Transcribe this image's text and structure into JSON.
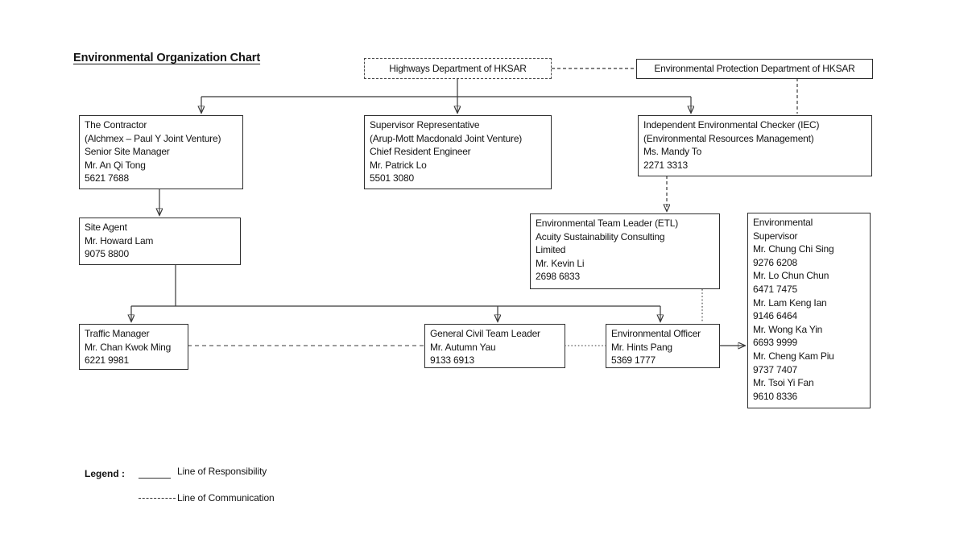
{
  "title": "Environmental Organization Chart",
  "boxes": {
    "highways": {
      "lines": [
        "Highways Department of HKSAR"
      ]
    },
    "epd": {
      "lines": [
        "Environmental Protection Department of HKSAR"
      ]
    },
    "contractor": {
      "lines": [
        "The Contractor",
        "(Alchmex – Paul Y Joint Venture)",
        "Senior Site Manager",
        "Mr. An Qi Tong",
        "5621 7688"
      ]
    },
    "supervisor_representative": {
      "lines": [
        "Supervisor Representative",
        "(Arup-Mott Macdonald Joint Venture)",
        "Chief Resident Engineer",
        "Mr. Patrick Lo",
        "5501 3080"
      ]
    },
    "iec": {
      "lines": [
        "Independent Environmental Checker (IEC)",
        "(Environmental Resources Management)",
        "Ms. Mandy To",
        "2271 3313"
      ]
    },
    "site_agent": {
      "lines": [
        "Site Agent",
        "Mr. Howard Lam",
        "9075 8800"
      ]
    },
    "etl": {
      "lines": [
        "Environmental Team Leader (ETL)",
        "Acuity Sustainability Consulting",
        "Limited",
        "Mr. Kevin Li",
        "2698 6833"
      ]
    },
    "environmental_supervisor": {
      "lines": [
        "Environmental",
        "Supervisor",
        "Mr. Chung Chi Sing",
        "9276 6208",
        "Mr. Lo Chun Chun",
        "6471 7475",
        "Mr. Lam Keng Ian",
        "9146 6464",
        "Mr. Wong Ka Yin",
        "6693 9999",
        "Mr. Cheng Kam Piu",
        "9737 7407",
        "Mr. Tsoi Yi Fan",
        "9610 8336"
      ]
    },
    "traffic_manager": {
      "lines": [
        "Traffic Manager",
        "Mr. Chan Kwok Ming",
        "6221 9981"
      ]
    },
    "general_civil_team_leader": {
      "lines": [
        "General Civil Team Leader",
        "Mr. Autumn Yau",
        "9133 6913"
      ]
    },
    "environmental_officer": {
      "lines": [
        "Environmental Officer",
        "Mr. Hints Pang",
        "5369 1777"
      ]
    }
  },
  "legend": {
    "label": "Legend :",
    "responsibility": "Line of Responsibility",
    "communication": "Line of Communication"
  },
  "colors": {
    "background": "#ffffff",
    "box_border": "#2d2d2d",
    "connector": "#383838",
    "text": "#141414"
  }
}
